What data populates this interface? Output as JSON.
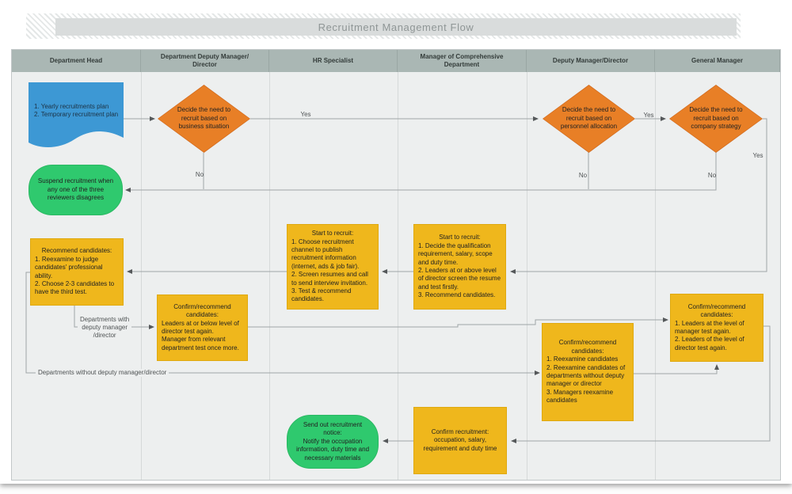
{
  "title": "Recruitment Management Flow",
  "colors": {
    "header_bg": "#aab7b4",
    "lane_bg": "#edefef",
    "process_fill": "#efb71c",
    "decision_fill": "#e87f26",
    "terminator_fill": "#2fc96e",
    "document_fill": "#3d98d4",
    "connector_line": "#9fa5a7"
  },
  "lanes": [
    {
      "label": "Department Head"
    },
    {
      "label": "Department Deputy Manager/\nDirector"
    },
    {
      "label": "HR Specialist"
    },
    {
      "label": "Manager of Comprehensive\nDepartment"
    },
    {
      "label": "Deputy Manager/Director"
    },
    {
      "label": "General Manager"
    }
  ],
  "nodes": {
    "plan_doc": {
      "text": "1. Yearly recruitments plan\n2. Temporary recruitment plan"
    },
    "decide_business": {
      "text": "Decide the need to recruit based on business situation"
    },
    "decide_personnel": {
      "text": "Decide the need to recruit based on personnel allocation"
    },
    "decide_strategy": {
      "text": "Decide the need to recruit based on company strategy"
    },
    "suspend": {
      "text": "Suspend recruitment when any one of the three reviewers disagrees"
    },
    "recommend": {
      "head": "Recommend candidates:",
      "body": "1. Reexamine to judge candidates' professional ability.\n2. Choose 2-3 candidates to have the third test."
    },
    "confirm_dept_deputy": {
      "head": "Confirm/recommend candidates:",
      "body": "Leaders at or below level of director test again.\nManager from relevant department test once more."
    },
    "hr_start": {
      "head": "Start to recruit:",
      "body": "1. Choose recruitment channel to publish recruitment information (internet, ads & job fair).\n2. Screen resumes and call to send interview invitation.\n3. Test & recommend candidates."
    },
    "mcd_start": {
      "head": "Start to recruit:",
      "body": "1. Decide the qualification requirement, salary, scope and duty time.\n2. Leaders at or above level of director screen the resume and test firstly.\n3. Recommend candidates."
    },
    "deputy_confirm": {
      "head": "Confirm/recommend candidates:",
      "body": "1. Reexamine candidates\n2. Reexamine candidates of departments without deputy manager or director\n3. Managers reexamine candidates"
    },
    "gm_confirm": {
      "head": "Confirm/recommend candidates:",
      "body": "1. Leaders at the level of manager test again.\n2. Leaders of the level of director test again."
    },
    "confirm_recruitment": {
      "head": "Confirm recruitment:",
      "body": "occupation, salary,\nrequirement and duty time"
    },
    "send_notice": {
      "text": "Send out recruitment notice:\nNotify the occupation information, duty time and necessary materials"
    }
  },
  "edge_labels": {
    "yes1": "Yes",
    "yes2": "Yes",
    "yes3": "Yes",
    "no1": "No",
    "no2": "No",
    "no3": "No",
    "with_deputy": "Departments with\ndeputy manager\n/director",
    "without_deputy": "Departments without deputy manager/director"
  }
}
